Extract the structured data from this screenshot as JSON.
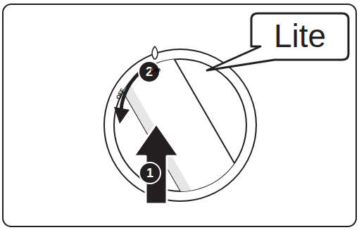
{
  "diagram": {
    "nodes": [
      {
        "text": [
          "Lite"
        ]
      },
      {
        "text": [
          "2"
        ]
      },
      {
        "text": [
          "1"
        ]
      }
    ],
    "labels": [
      "Lite",
      "OFF"
    ]
  }
}
